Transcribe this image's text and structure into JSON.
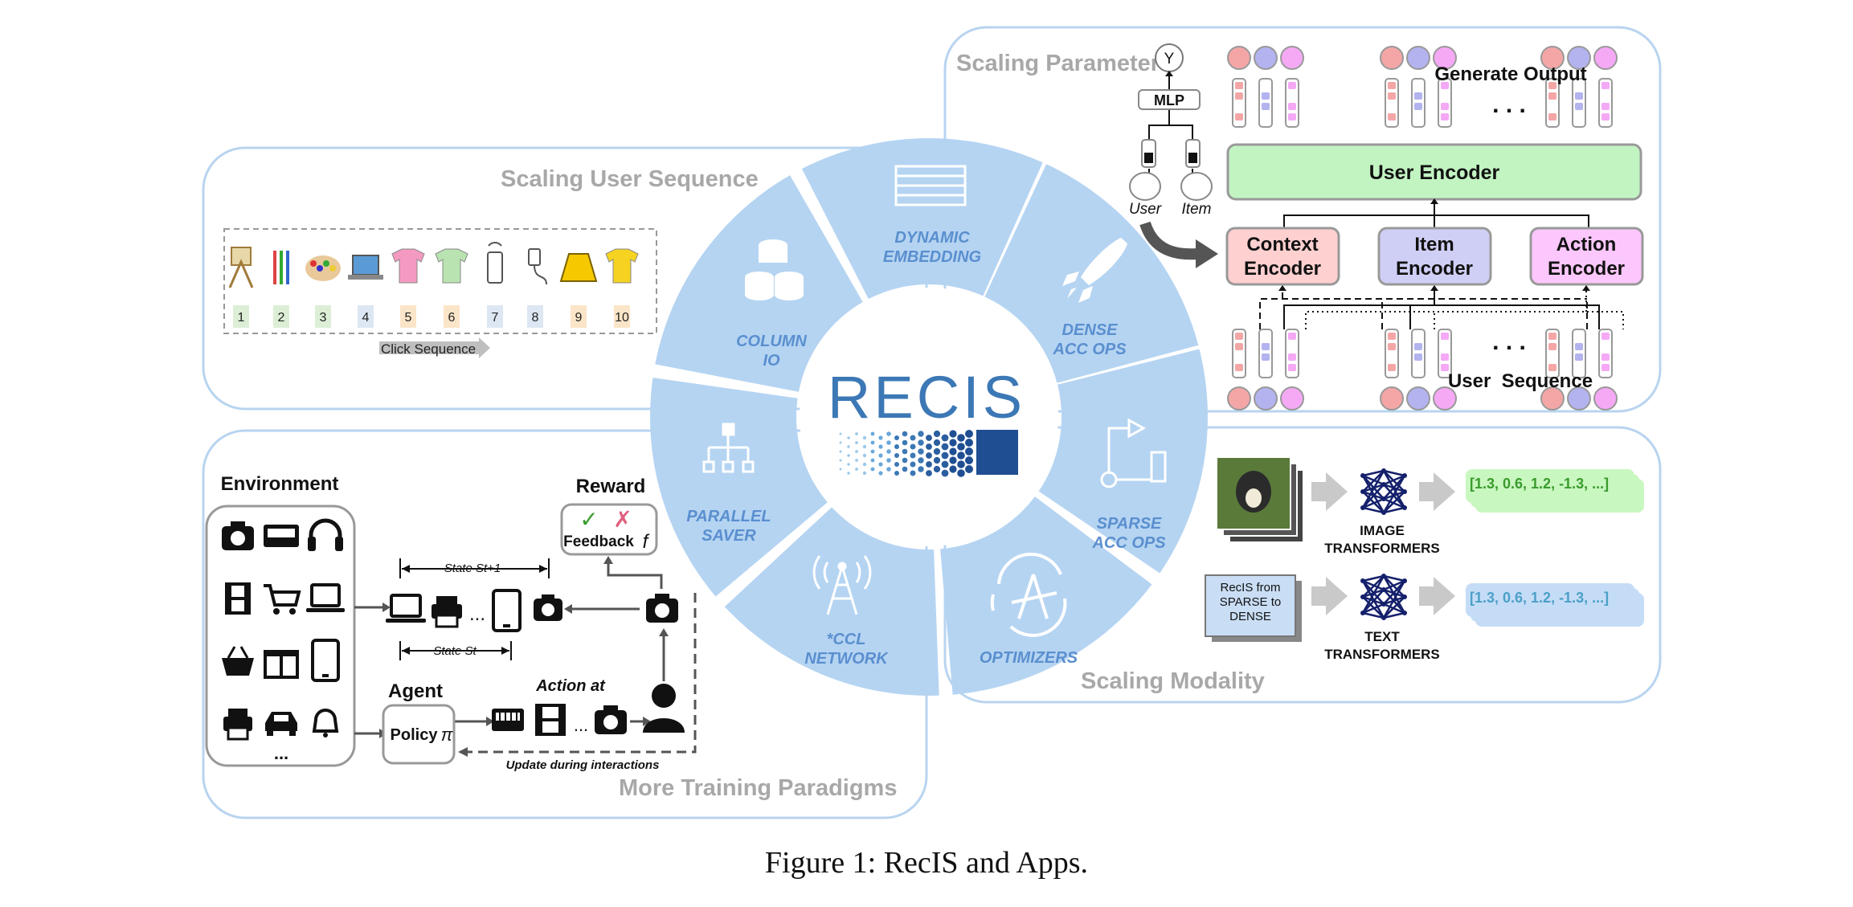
{
  "panels": {
    "scaling_parameters": "Scaling Parameters",
    "scaling_user_sequence": "Scaling User Sequence",
    "more_training_paradigms": "More Training Paradigms",
    "scaling_modality": "Scaling Modality"
  },
  "logo": {
    "text": "RECIS"
  },
  "wedges": [
    {
      "line1": "DYNAMIC",
      "line2": "EMBEDDING",
      "icon": "table-icon"
    },
    {
      "line1": "DENSE",
      "line2": "ACC OPS",
      "icon": "rocket-icon"
    },
    {
      "line1": "SPARSE",
      "line2": "ACC OPS",
      "icon": "flow-icon"
    },
    {
      "line1": "OPTIMIZERS",
      "line2": "",
      "icon": "cycle-compass-icon"
    },
    {
      "line1": "*CCL",
      "line2": "NETWORK",
      "icon": "antenna-tower-icon"
    },
    {
      "line1": "PARALLEL",
      "line2": "SAVER",
      "icon": "hierarchy-icon"
    },
    {
      "line1": "COLUMN",
      "line2": "IO",
      "icon": "database-icon"
    }
  ],
  "params": {
    "y_label": "Y",
    "mlp": "MLP",
    "user": "User",
    "item": "Item",
    "generate_output": "Generate Output",
    "user_encoder": "User Encoder",
    "context_encoder": [
      "Context",
      "Encoder"
    ],
    "item_encoder": [
      "Item",
      "Encoder"
    ],
    "action_encoder": [
      "Action",
      "Encoder"
    ],
    "user_sequence": "User  Sequence",
    "dots": ". . ."
  },
  "sequence": {
    "numbers": [
      "1",
      "2",
      "3",
      "4",
      "5",
      "6",
      "7",
      "8",
      "9",
      "10"
    ],
    "click_sequence": "Click Sequence",
    "item_icons": [
      "easel-icon",
      "brushes-icon",
      "palette-icon",
      "laptop-icon",
      "pink-shirt-icon",
      "green-shirt-icon",
      "phone-icon",
      "charger-icon",
      "skirt-icon",
      "yellow-shirt-icon"
    ],
    "number_colors": [
      "#dcefd6",
      "#dcefd6",
      "#dcefd6",
      "#dde7f3",
      "#fbe5c8",
      "#fbe5c8",
      "#dde7f3",
      "#dde7f3",
      "#fbe5c8",
      "#fbe5c8"
    ]
  },
  "training": {
    "environment": "Environment",
    "reward": "Reward",
    "feedback": "Feedback",
    "feedback_symbol": "f",
    "state_next": "State St+1",
    "state": "State St",
    "agent": "Agent",
    "policy": "Policy",
    "policy_symbol": "π",
    "action": "Action at",
    "update": "Update during interactions",
    "env_dots": "...",
    "env_icons": [
      "camera-icon",
      "keyboard-icon",
      "headphones-icon",
      "film-icon",
      "cart-icon",
      "laptop-icon",
      "basket-icon",
      "gift-icon",
      "tablet-icon",
      "printer-icon",
      "car-icon",
      "bell-icon"
    ]
  },
  "modality": {
    "image_transformers": [
      "IMAGE",
      "TRANSFORMERS"
    ],
    "text_transformers": [
      "TEXT",
      "TRANSFORMERS"
    ],
    "text_doc": [
      "RecIS from",
      "SPARSE to",
      "DENSE"
    ],
    "vector": "[1.3, 0.6, 1.2, -1.3, ...]"
  },
  "caption": "Figure 1: RecIS and Apps.",
  "colors": {
    "panel_border": "#b8d4f0",
    "wheel": "#b5d4f2",
    "wedge_text": "#5a8fcf",
    "red_node": "#f4a6a6",
    "blue_node": "#b3b3f0",
    "pink_node": "#f5a9f5",
    "green_box": "#c2f4c2",
    "context": "#ffd0d0",
    "item": "#cfcff6",
    "action": "#fcc7fc",
    "vector_green": "#c9f7c0",
    "vector_blue": "#c5dcf6"
  }
}
